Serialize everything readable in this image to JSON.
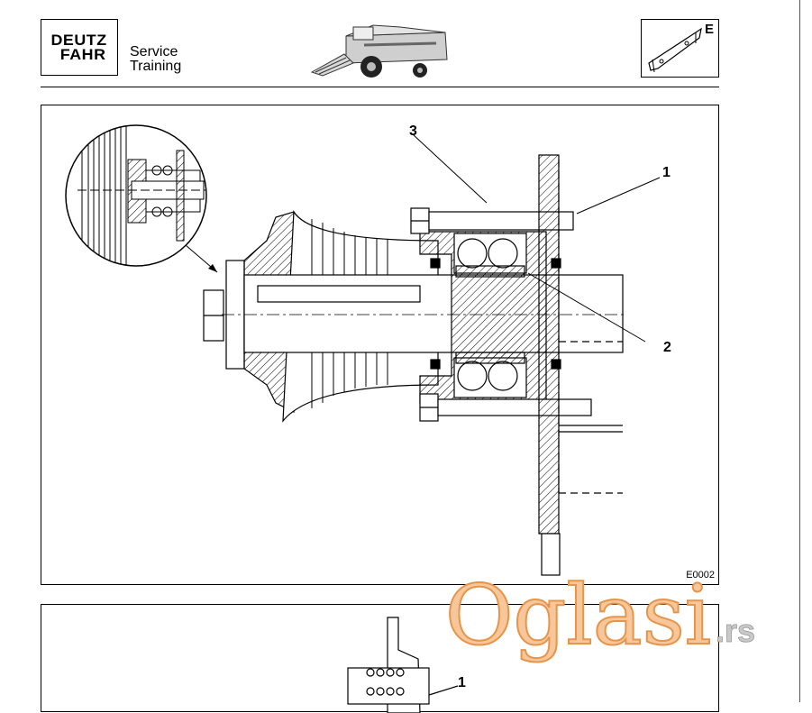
{
  "header": {
    "logo_line1": "DEUTZ",
    "logo_line2": "FAHR",
    "service_line1": "Service",
    "service_line2": "Training",
    "chapter_letter": "E",
    "combine_icon": "combine-harvester-icon",
    "chapter_icon": "bracket-part-icon"
  },
  "figure1": {
    "code": "E0002",
    "callouts": [
      "1",
      "2",
      "3"
    ]
  },
  "figure2": {
    "callouts": [
      "1"
    ]
  },
  "watermark": {
    "brand": "Oglasi",
    "tld": ".rs",
    "color": "#f3a65a"
  }
}
